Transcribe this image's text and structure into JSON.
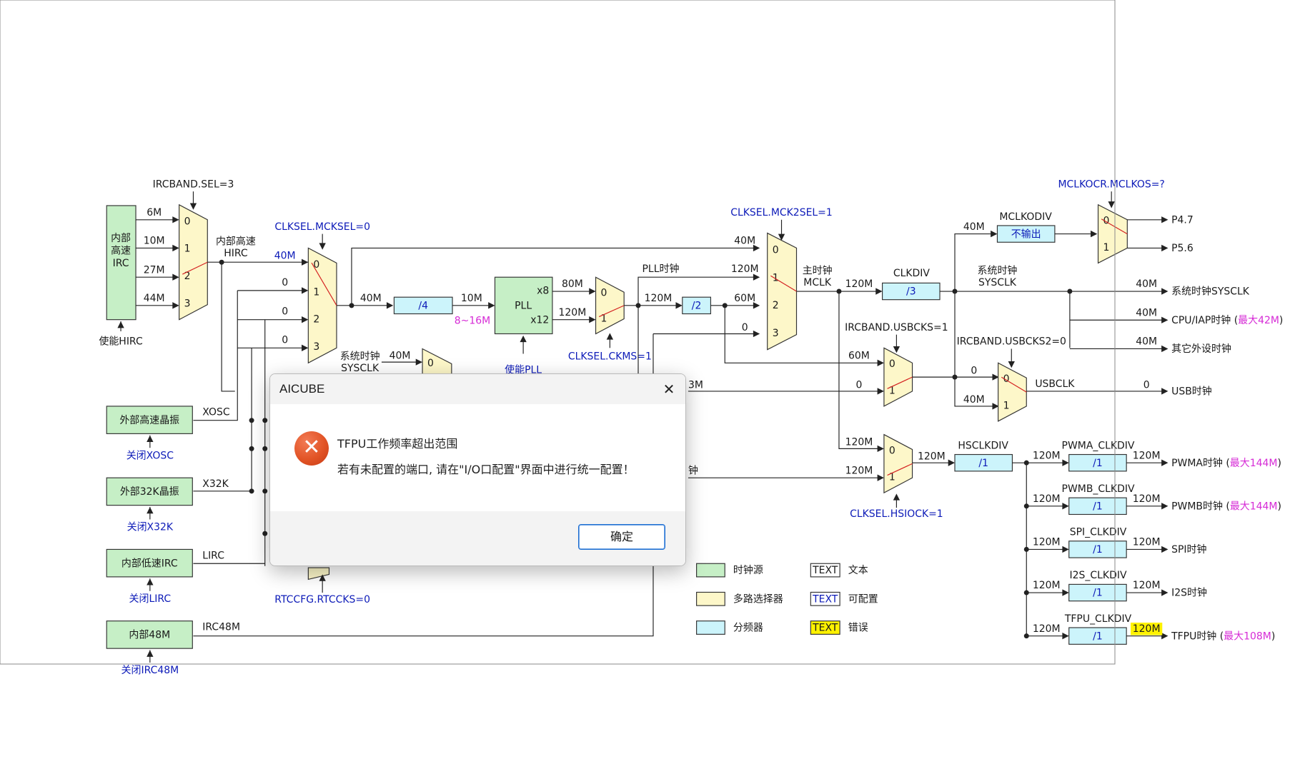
{
  "dialog": {
    "title": "AICUBE",
    "close_glyph": "✕",
    "error_glyph": "✕",
    "message_title": "TFPU工作频率超出范围",
    "message_body": "若有未配置的端口, 请在\"I/O口配置\"界面中进行统一配置！",
    "ok_label": "确定",
    "icons": {
      "error": "error-circle-icon",
      "close": "close-icon"
    }
  },
  "colors": {
    "source_fill": "#c6efc6",
    "mux_fill": "#fdf7c9",
    "div_fill": "#ccf4fb",
    "error_fill": "#fff200",
    "config_text": "#0d1bb8",
    "max_text": "#d62bd6",
    "wire": "#222222"
  },
  "diagram": {
    "sources": [
      {
        "id": "hirc",
        "label": "内部\n高速\nIRC",
        "enable": "使能HIRC"
      },
      {
        "id": "xosc",
        "label": "外部高速晶振",
        "enable": "关闭XOSC",
        "out": "XOSC"
      },
      {
        "id": "x32k",
        "label": "外部32K晶振",
        "enable": "关闭X32K",
        "out": "X32K"
      },
      {
        "id": "lirc",
        "label": "内部低速IRC",
        "enable": "关闭LIRC",
        "out": "LIRC"
      },
      {
        "id": "irc48",
        "label": "内部48M",
        "enable": "关闭IRC48M",
        "out": "IRC48M"
      },
      {
        "id": "pll",
        "label": "PLL",
        "enable": "使能PLL",
        "x8": "x8",
        "x12": "x12",
        "range": "8~16M"
      }
    ],
    "hirc_mux": {
      "config": "IRCBAND.SEL=3",
      "inputs": [
        "6M",
        "10M",
        "27M",
        "44M"
      ],
      "ports": [
        "0",
        "1",
        "2",
        "3"
      ],
      "out_label": "内部高速\nHIRC"
    },
    "mclk_mux": {
      "config": "CLKSEL.MCKSEL=0",
      "inputs": [
        "40M",
        "0",
        "0",
        "0"
      ],
      "ports": [
        "0",
        "1",
        "2",
        "3"
      ],
      "out": "40M"
    },
    "pre_div": {
      "label": "/4",
      "in": "40M",
      "out": "10M"
    },
    "pll_out": {
      "x8": "80M",
      "x12": "120M"
    },
    "ckms_mux": {
      "config": "CLKSEL.CKMS=1",
      "ports": [
        "0",
        "1"
      ],
      "out_label": "PLL时钟",
      "out": "120M"
    },
    "div2": {
      "label": "/2",
      "in": "120M",
      "out": "60M"
    },
    "mck2_mux": {
      "config": "CLKSEL.MCK2SEL=1",
      "inputs": [
        "40M",
        "120M",
        "60M",
        "0"
      ],
      "ports": [
        "0",
        "1",
        "2",
        "3"
      ],
      "out_label": "主时钟\nMCLK",
      "out": "120M"
    },
    "clkdiv": {
      "name": "CLKDIV",
      "label": "/3",
      "out": "40M"
    },
    "sysclk_label": "系统时钟\nSYSCLK",
    "mclkodiv": {
      "name": "MCLKODIV",
      "label": "不输出",
      "in": "40M"
    },
    "mclkocr": {
      "config": "MCLKOCR.MCLKOS=?",
      "ports": [
        "0",
        "1"
      ],
      "outs": [
        "P4.7",
        "P5.6"
      ]
    },
    "sys_outputs": [
      {
        "freq": "40M",
        "label": "系统时钟SYSCLK",
        "max": ""
      },
      {
        "freq": "40M",
        "label": "CPU/IAP时钟",
        "max": "最大42M"
      },
      {
        "freq": "40M",
        "label": "其它外设时钟",
        "max": ""
      }
    ],
    "usbcks": {
      "config": "IRCBAND.USBCKS=1",
      "inputs": [
        "60M",
        "0"
      ],
      "ports": [
        "0",
        "1"
      ],
      "out": "0"
    },
    "usbcks2": {
      "config": "IRCBAND.USBCKS2=0",
      "inputs": [
        "0",
        "40M"
      ],
      "ports": [
        "0",
        "1"
      ],
      "out_label": "USBCLK",
      "out": "0",
      "dest": "USB时钟"
    },
    "hsiock": {
      "config": "CLKSEL.HSIOCK=1",
      "inputs": [
        "120M",
        "120M"
      ],
      "ports": [
        "0",
        "1"
      ],
      "out": "120M"
    },
    "hsclkdiv": {
      "name": "HSCLKDIV",
      "label": "/1"
    },
    "hs_outputs": [
      {
        "name": "PWMA_CLKDIV",
        "label": "/1",
        "in": "120M",
        "out": "120M",
        "dest": "PWMA时钟",
        "max": "最大144M",
        "error": false
      },
      {
        "name": "PWMB_CLKDIV",
        "label": "/1",
        "in": "120M",
        "out": "120M",
        "dest": "PWMB时钟",
        "max": "最大144M",
        "error": false
      },
      {
        "name": "SPI_CLKDIV",
        "label": "/1",
        "in": "120M",
        "out": "120M",
        "dest": "SPI时钟",
        "max": "",
        "error": false
      },
      {
        "name": "I2S_CLKDIV",
        "label": "/1",
        "in": "120M",
        "out": "120M",
        "dest": "I2S时钟",
        "max": "",
        "error": false
      },
      {
        "name": "TFPU_CLKDIV",
        "label": "/1",
        "in": "120M",
        "out": "120M",
        "dest": "TFPU时钟",
        "max": "最大108M",
        "error": true
      }
    ],
    "partial": {
      "sysclk_label": "系统时钟\nSYSCLK",
      "sysclk_in": "40M",
      "mux_port": "0",
      "rtc_config": "RTCCFG.RTCCKS=0",
      "edge_label": "3M",
      "edge_label2": "钟"
    },
    "legend": [
      {
        "swatch": "source",
        "text": "时钟源"
      },
      {
        "swatch": "mux",
        "text": "多路选择器"
      },
      {
        "swatch": "div",
        "text": "分频器"
      },
      {
        "swatch": "text",
        "sample": "TEXT",
        "text": "文本"
      },
      {
        "swatch": "config",
        "sample": "TEXT",
        "text": "可配置"
      },
      {
        "swatch": "error",
        "sample": "TEXT",
        "text": "错误"
      }
    ]
  }
}
